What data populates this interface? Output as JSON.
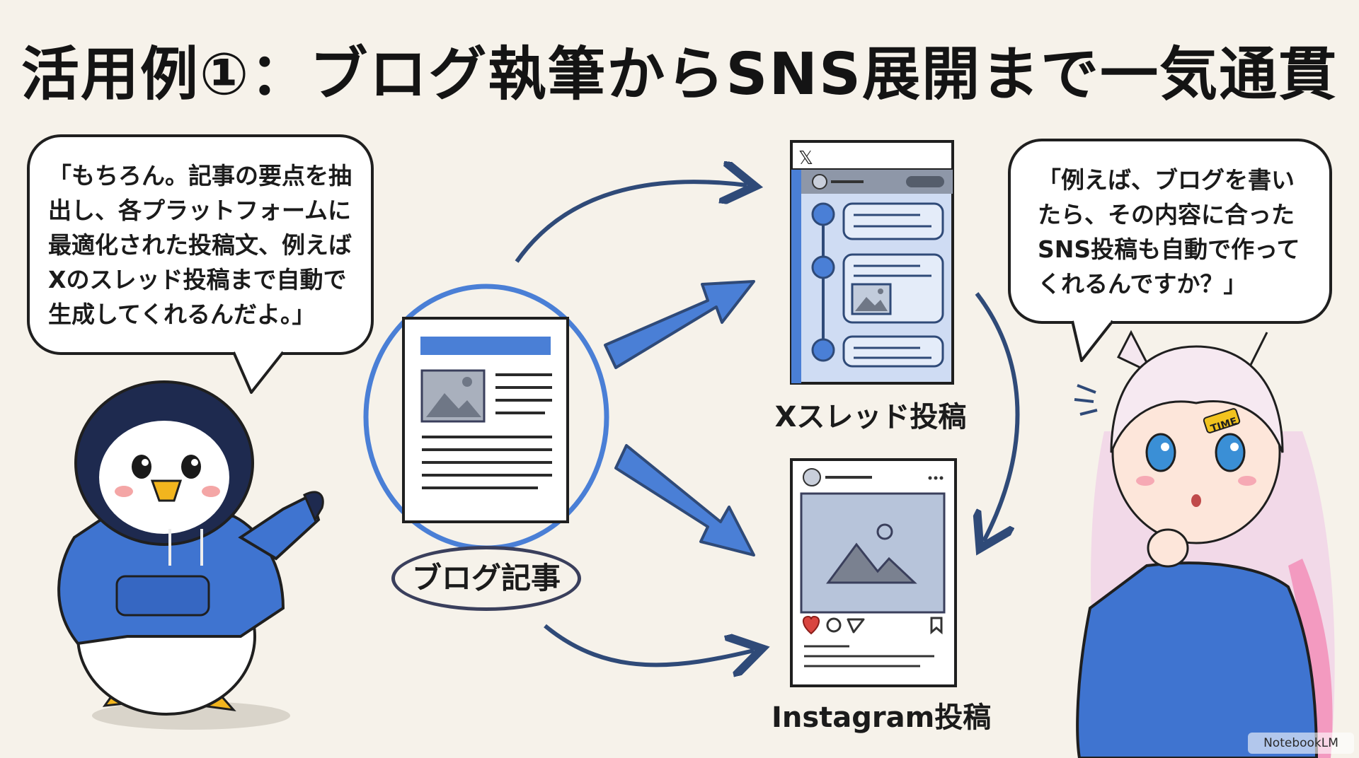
{
  "title": "活用例①：ブログ執筆からSNS展開まで一気通貫",
  "bubble_left": {
    "lines": [
      "「もちろん。記事の要点を抽",
      "出し、各プラットフォームに",
      "最適化された投稿文、例えば",
      "Xのスレッド投稿まで自動で",
      "生成してくれるんだよ。」"
    ]
  },
  "bubble_right": {
    "lines": [
      "「例えば、ブログを書い",
      "たら、その内容に合った",
      "SNS投稿も自動で作って",
      "くれるんですか？」"
    ]
  },
  "labels": {
    "blog": "ブログ記事",
    "x_thread": "Xスレッド投稿",
    "instagram": "Instagram投稿"
  },
  "x_logo": "𝕏",
  "character_badge": "TIME",
  "footer": "NotebookLM",
  "colors": {
    "background": "#f6f2ea",
    "accent_blue": "#4a7fd6",
    "dark_navy": "#2f4a78",
    "hoodie_blue": "#3f74d0",
    "placeholder_gray": "#a9b0bd"
  },
  "icons": [
    "x-logo-icon",
    "image-placeholder-icon",
    "heart-icon",
    "comment-icon",
    "send-icon",
    "bookmark-icon",
    "more-icon"
  ]
}
